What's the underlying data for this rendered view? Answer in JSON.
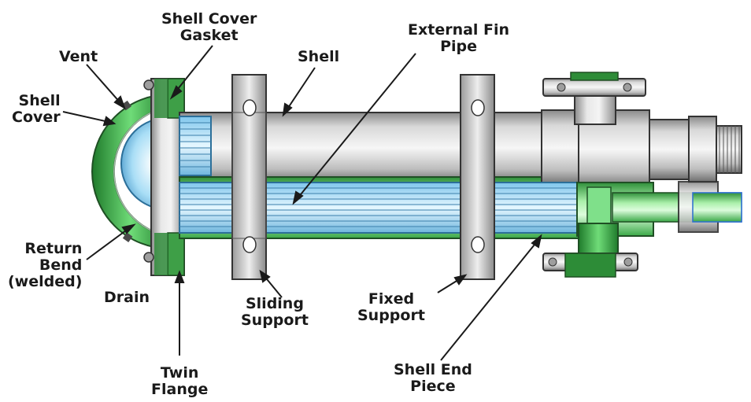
{
  "labels": {
    "shell_cover_gasket": "Shell Cover\nGasket",
    "vent": "Vent",
    "shell": "Shell",
    "external_fin_pipe": "External Fin\nPipe",
    "shell_cover": "Shell\nCover",
    "return_bend": "Return\nBend\n(welded)",
    "drain": "Drain",
    "sliding_support": "Sliding\nSupport",
    "fixed_support": "Fixed\nSupport",
    "twin_flange": "Twin\nFlange",
    "shell_end_piece": "Shell End\nPiece"
  },
  "colors": {
    "metal_light": "#f0f0f0",
    "metal_mid": "#b9b9b9",
    "metal_dark": "#6e6e6e",
    "green_light": "#c9f7c9",
    "green_mid": "#4fcf5a",
    "green_dark": "#1f6e28",
    "blue_light": "#e8f8ff",
    "blue_mid": "#8fd2f2",
    "blue_dark": "#3f86b5",
    "outline": "#2a2a2a",
    "text": "#1a1a1a"
  }
}
